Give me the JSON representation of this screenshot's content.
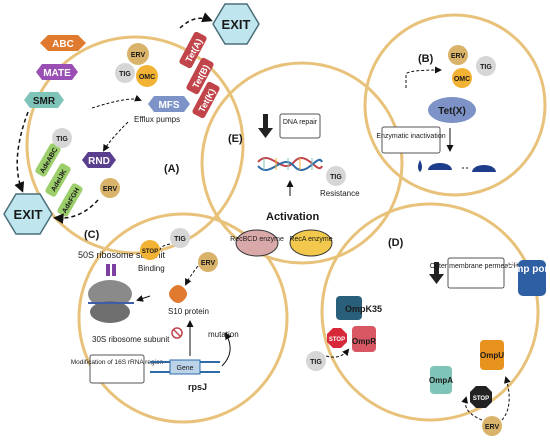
{
  "efflux": {
    "pumps": [
      "ABC",
      "MATE",
      "SMR",
      "MFS",
      "RND"
    ],
    "tet_pumps": [
      "Tet(A)",
      "Tet(B)",
      "Tet(K)"
    ],
    "ade_pumps": [
      "AdeABC",
      "AdeIJK",
      "AdeFGH"
    ],
    "label": "Efflux pumps",
    "panel": "(A)"
  },
  "exit_label": "EXIT",
  "badges": {
    "tig": "TIG",
    "erv": "ERV",
    "omc": "OMC"
  },
  "panel_b": {
    "panel": "(B)",
    "enzyme": "Tet(X)",
    "inactivation": "Enzymatic inactivation"
  },
  "panel_e": {
    "panel": "(E)",
    "repair": "DNA repair",
    "resistance": "Resistance",
    "activation": "Activation",
    "recbcd": "RecBCD enzyme",
    "reca": "RecA enzyme"
  },
  "panel_c": {
    "panel": "(C)",
    "ribo50": "50S ribosome subunit",
    "ribo30": "30S ribosome subunit",
    "binding": "Binding",
    "s10": "S10 protein",
    "mutation": "mutation",
    "modification": "Modification of 16S rRNA region",
    "gene": "Gene",
    "rpsj": "rpsJ",
    "stop": "STOP"
  },
  "panel_d": {
    "panel": "(D)",
    "outer": "Outer membrane permeability",
    "omp_porin": "Omp porin",
    "ompk35": "OmpK35",
    "ompr": "OmpR",
    "ompu": "OmpU",
    "ompa": "OmpA",
    "stop": "STOP"
  },
  "colors": {
    "ring": "#e8c27a",
    "abc": "#e07a2e",
    "mate": "#9a4fb5",
    "smr": "#7fc4b8",
    "mfs": "#7d93c7",
    "rnd": "#5b3f8f",
    "tet": "#c0444a",
    "ade": "#9ccf6b",
    "exit": "#bfe6ef",
    "tig": "#d6d6d6",
    "erv": "#d9b36a",
    "omc": "#f2b233"
  }
}
